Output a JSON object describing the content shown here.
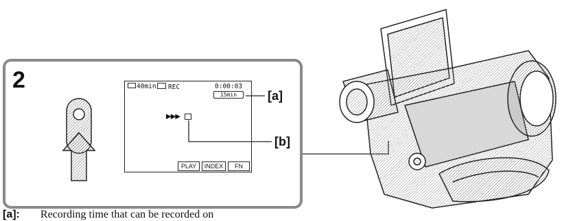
{
  "step": {
    "number": "2"
  },
  "lcd": {
    "remaining": "40min",
    "rec_status": "REC",
    "counter": "0:00:03",
    "tape_left": "15min",
    "buttons": {
      "play": "PLAY",
      "index": "INDEX",
      "fn": "FN"
    }
  },
  "callouts": {
    "a": "[a]",
    "b": "[b]"
  },
  "footnote": {
    "label": "[a]:",
    "text": "Recording time that can be recorded on"
  },
  "icons": [
    "battery-icon",
    "tape-icon",
    "record-button-icon",
    "press-arrow-icon",
    "camcorder-illustration",
    "end-search-arrows-icon"
  ],
  "colors": {
    "panel_border": "#8a8a8a",
    "ink": "#111111",
    "hatch": "#777777"
  }
}
